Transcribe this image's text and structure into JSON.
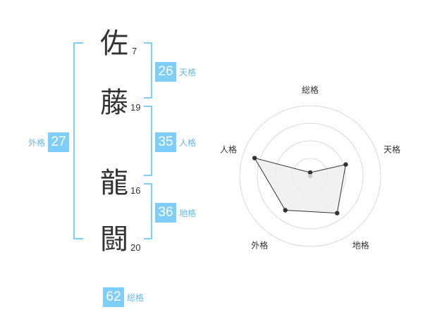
{
  "name": {
    "characters": [
      {
        "char": "佐",
        "strokes": "7"
      },
      {
        "char": "藤",
        "strokes": "19"
      },
      {
        "char": "龍",
        "strokes": "16"
      },
      {
        "char": "闘",
        "strokes": "20"
      }
    ]
  },
  "kakusu": {
    "tenkaku": {
      "value": "26",
      "label": "天格"
    },
    "jinkaku": {
      "value": "35",
      "label": "人格"
    },
    "chikaku": {
      "value": "36",
      "label": "地格"
    },
    "gaikaku": {
      "value": "27",
      "label": "外格"
    },
    "soukaku": {
      "value": "62",
      "label": "総格"
    }
  },
  "colors": {
    "accent": "#7fcdf9",
    "label": "#69b8e4",
    "kanji": "#333333"
  },
  "chart_data": {
    "type": "radar",
    "axes": [
      "総格",
      "天格",
      "地格",
      "外格",
      "人格"
    ],
    "values": [
      0.05,
      0.53,
      0.65,
      0.6,
      0.83
    ],
    "range": [
      0,
      1
    ],
    "rings": 4
  }
}
